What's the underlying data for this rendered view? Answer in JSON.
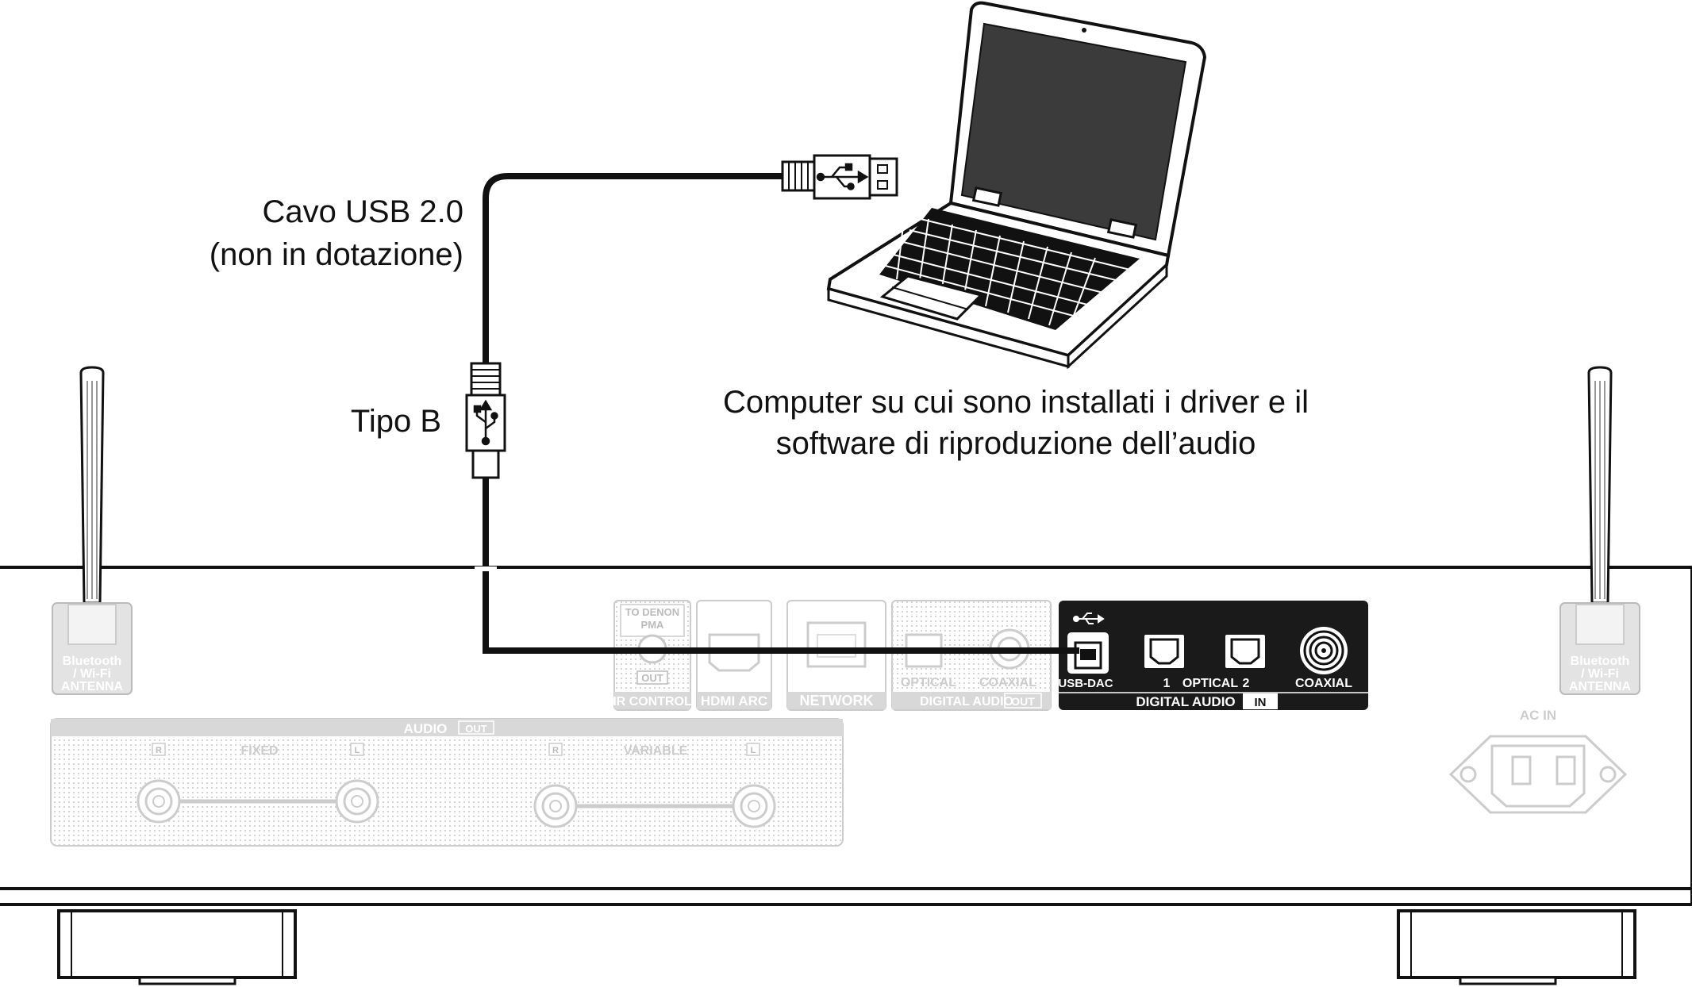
{
  "captions": {
    "cable_line1": "Cavo USB 2.0",
    "cable_line2": "(non in dotazione)",
    "connector_type": "Tipo B",
    "computer_line1": "Computer su cui sono installati i driver e il",
    "computer_line2": "software di riproduzione dell’audio"
  },
  "panel": {
    "antenna_label_1": "Bluetooth",
    "antenna_label_2": "/ Wi-Fi",
    "antenna_label_3": "ANTENNA",
    "to_denon_1": "TO DENON",
    "to_denon_2": "PMA",
    "ir_out": "OUT",
    "ir_control": "IR CONTROL",
    "hdmi_arc": "HDMI ARC",
    "network": "NETWORK",
    "dig_out_optical": "OPTICAL",
    "dig_out_coaxial": "COAXIAL",
    "digital_audio_out": "DIGITAL AUDIO",
    "out_badge": "OUT",
    "usb_dac": "USB-DAC",
    "optical_1": "1",
    "optical_name": "OPTICAL",
    "optical_2": "2",
    "coaxial_in": "COAXIAL",
    "digital_audio_in": "DIGITAL AUDIO",
    "in_badge": "IN",
    "audio": "AUDIO",
    "audio_out_badge": "OUT",
    "fixed": "FIXED",
    "variable": "VARIABLE",
    "r1": "R",
    "l1": "L",
    "r2": "R",
    "l2": "L",
    "ac_in": "AC IN"
  }
}
